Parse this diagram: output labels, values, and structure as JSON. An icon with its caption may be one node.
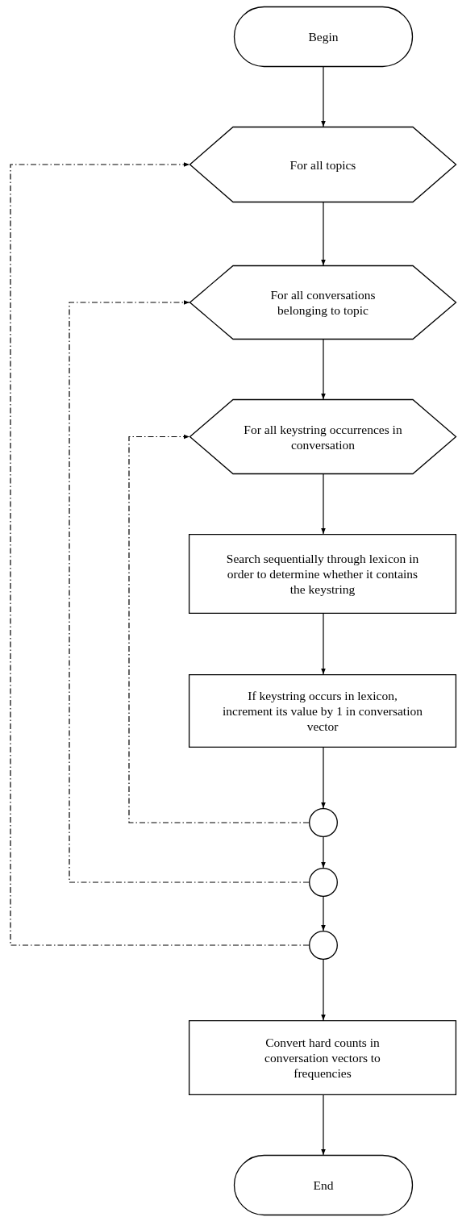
{
  "diagram": {
    "nodes": [
      {
        "text": [
          "Begin"
        ]
      },
      {
        "text": [
          "For all topics"
        ]
      },
      {
        "text": [
          "For all conversations belonging to topic"
        ]
      },
      {
        "text": [
          "For all keystring occurrences in conversation"
        ]
      },
      {
        "text": [
          "Search sequentially through lexicon in order to determine whether it contains the keystring"
        ]
      },
      {
        "text": [
          "If keystring occurs in lexicon, increment its value by 1 in conversation vector"
        ]
      },
      {
        "text": [],
        "shape": "circle"
      },
      {
        "text": [],
        "shape": "circle"
      },
      {
        "text": [],
        "shape": "circle"
      },
      {
        "text": [
          "Convert hard counts in conversation vectors to frequencies"
        ]
      },
      {
        "text": [
          "End"
        ]
      }
    ],
    "edges": [
      {
        "from": 0,
        "to": 1,
        "arrow": "to"
      },
      {
        "from": 1,
        "to": 2,
        "arrow": "to"
      },
      {
        "from": 2,
        "to": 3,
        "arrow": "to"
      },
      {
        "from": 3,
        "to": 4,
        "arrow": "to"
      },
      {
        "from": 4,
        "to": 5,
        "arrow": "to"
      },
      {
        "from": 5,
        "to": 6,
        "arrow": "to"
      },
      {
        "from": 6,
        "to": 7,
        "arrow": "to"
      },
      {
        "from": 7,
        "to": 8,
        "arrow": "to"
      },
      {
        "from": 8,
        "to": 9,
        "arrow": "to"
      },
      {
        "from": 9,
        "to": 10,
        "arrow": "to"
      },
      {
        "from": 6,
        "to": 3,
        "arrow": "to",
        "style": "dashed"
      },
      {
        "from": 7,
        "to": 2,
        "arrow": "to",
        "style": "dashed"
      },
      {
        "from": 8,
        "to": 1,
        "arrow": "to",
        "style": "dashed"
      }
    ]
  }
}
